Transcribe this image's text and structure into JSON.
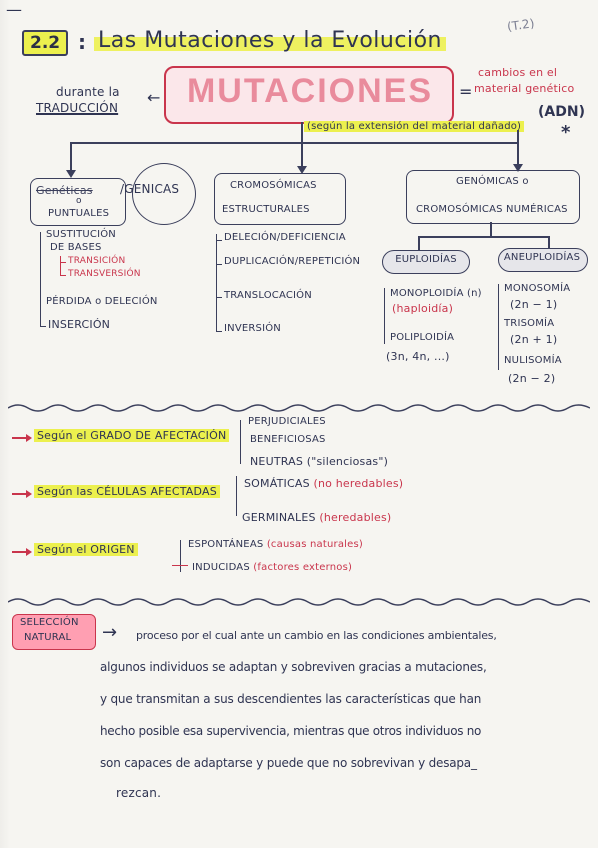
{
  "header": {
    "top_mark": "—",
    "number": "2.2",
    "title_sep": ":",
    "title": "Las Mutaciones y la Evolución",
    "corner_note": "(T.2)"
  },
  "center": {
    "left_note": [
      "durante la",
      "TRADUCCIÓN"
    ],
    "left_arrow": "←",
    "main_title": "MUTACIONES",
    "right_eq": "=",
    "right_note": [
      "cambios en el",
      "material genético"
    ],
    "right_adn": "(ADN)",
    "star": "*",
    "subtitle": "(según la extensión del material dañado)"
  },
  "branch_genicas": {
    "crossed": "Genéticas",
    "label": "/GENICAS",
    "sub": "o",
    "sub2": "PUNTUALES",
    "items": [
      "SUSTITUCIÓN",
      "DE BASES",
      "TRANSICIÓN",
      "TRANSVERSIÓN",
      "PÉRDIDA o DELECIÓN",
      "INSERCIÓN"
    ]
  },
  "branch_cromosomicas": {
    "title": [
      "CROMOSÓMICAS",
      "ESTRUCTURALES"
    ],
    "items": [
      "DELECIÓN/DEFICIENCIA",
      "DUPLICACIÓN/REPETICIÓN",
      "TRANSLOCACIÓN",
      "INVERSIÓN"
    ]
  },
  "branch_genomicas": {
    "title": [
      "GENÓMICAS o",
      "CROMOSÓMICAS NUMÉRICAS"
    ],
    "euploidias": "EUPLOIDÍAS",
    "aneuploidias": "ANEUPLOIDÍAS",
    "eu_items": [
      "MONOPLOIDÍA (n)",
      "(haploidía)",
      "POLIPLOIDÍA",
      "(3n, 4n, ...)"
    ],
    "aneu_items": [
      "MONOSOMÍA",
      "(2n − 1)",
      "TRISOMÍA",
      "(2n + 1)",
      "NULISOMÍA",
      "(2n − 2)"
    ]
  },
  "grado": {
    "label": "Según el GRADO DE AFECTACIÓN",
    "items": [
      "PERJUDICIALES",
      "BENEFICIOSAS",
      "NEUTRAS (\"silenciosas\")"
    ]
  },
  "celulas": {
    "label": "Según las CÉLULAS AFECTADAS",
    "items": [
      {
        "term": "SOMÁTICAS",
        "note": "(no heredables)"
      },
      {
        "term": "GERMINALES",
        "note": "(heredables)"
      }
    ]
  },
  "origen": {
    "label": "Según el ORIGEN",
    "items": [
      {
        "term": "ESPONTÁNEAS",
        "note": "(causas naturales)"
      },
      {
        "term": "INDUCIDAS",
        "note": "(factores externos)"
      }
    ]
  },
  "seleccion": {
    "label": [
      "SELECCIÓN",
      "NATURAL"
    ],
    "arrow": "→",
    "text_lines": [
      "proceso por el cual ante un cambio en las condiciones ambientales,",
      "algunos individuos se adaptan y sobreviven gracias a mutaciones,",
      "y que transmitan a sus descendientes las características que han",
      "hecho posible esa supervivencia, mientras que otros individuos no",
      "son capaces de adaptarse y puede que no sobrevivan y desapa_",
      "rezcan."
    ]
  },
  "colors": {
    "ink": "#2f3452",
    "red": "#c9354c",
    "yellow": "#ecf04e",
    "pink": "#ff9fb2"
  }
}
